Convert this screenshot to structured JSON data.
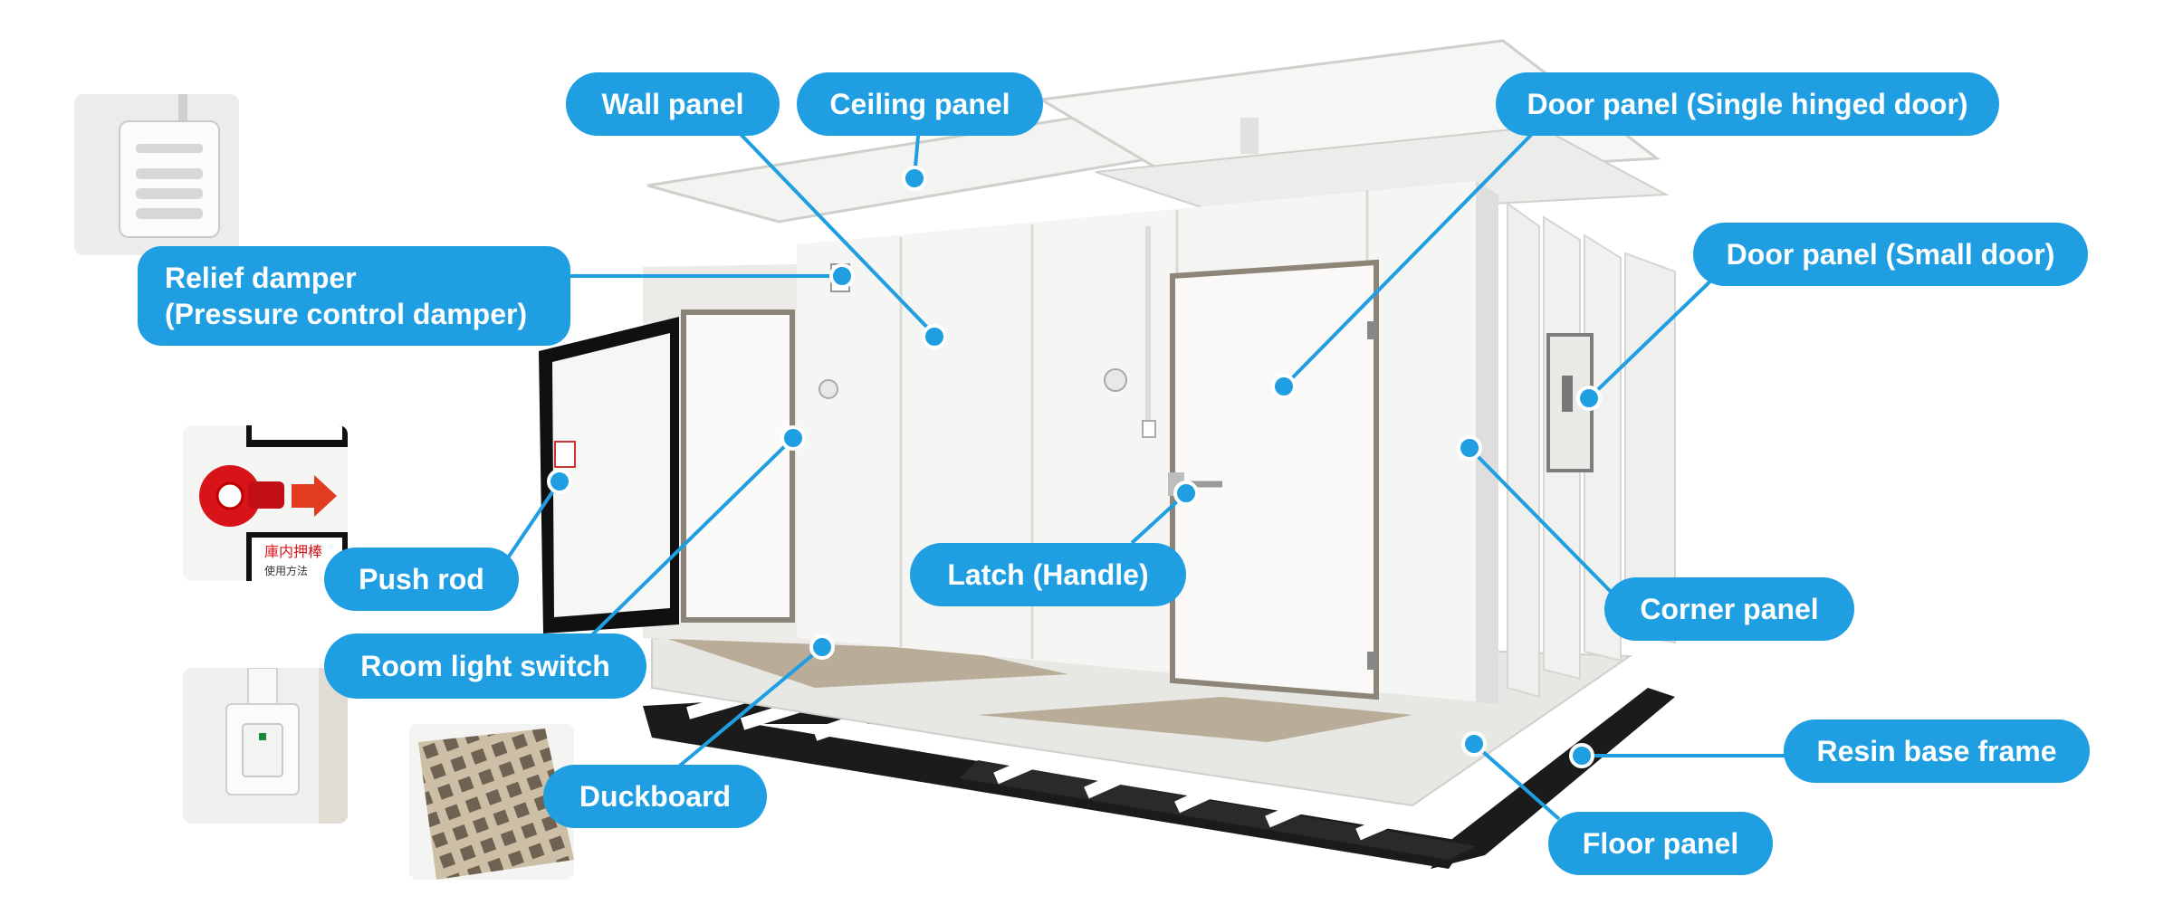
{
  "colors": {
    "callout_fill": "#1f9fe2",
    "callout_text": "#ffffff",
    "panel_white": "#f4f4f2",
    "frame_black": "#1b1b1b",
    "duckboard_tan": "#cdbfa6"
  },
  "labels": {
    "wall_panel": "Wall panel",
    "ceiling_panel": "Ceiling panel",
    "door_panel_single": "Door panel (Single hinged door)",
    "door_panel_small": "Door panel (Small door)",
    "relief_damper_line1": "Relief damper",
    "relief_damper_line2": "(Pressure control damper)",
    "push_rod": "Push rod",
    "room_light_switch": "Room light switch",
    "duckboard": "Duckboard",
    "latch": "Latch (Handle)",
    "corner_panel": "Corner panel",
    "resin_base_frame": "Resin base frame",
    "floor_panel": "Floor panel"
  },
  "insets": {
    "relief_damper": "relief-damper-photo",
    "push_rod": "push-rod-photo",
    "push_rod_sign_line1": "庫内押棒",
    "push_rod_sign_line2": "使用方法",
    "room_light_switch": "light-switch-photo",
    "duckboard": "duckboard-photo"
  }
}
